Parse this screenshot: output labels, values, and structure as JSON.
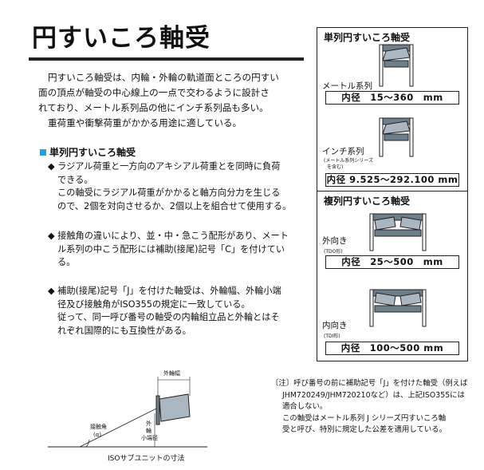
{
  "title": "円すいころ軸受",
  "intro": {
    "line1": "円すいころ軸受は、内輪・外輪の軌道面ところの円すい",
    "line2": "面の頂点が軸受の中心線上の一点で交わるように設計さ",
    "line3": "れており、メートル系列品の他にインチ系列品も多い。",
    "line4": "重荷重や衝撃荷重がかかる用途に適している。"
  },
  "section": {
    "heading": "単列円すいころ軸受"
  },
  "p1": {
    "l1": "◆ ラジアル荷重と一方向のアキシアル荷重とを同時に負荷",
    "l2": "できる。",
    "l3": "この軸受にラジアル荷重がかかると軸方向分力を生じる",
    "l4": "ので、2個を対向させるか、2個以上を組合せて使用する。"
  },
  "p2": {
    "l1": "◆ 接触角の違いにより、並・中・急こう配形があり、メート",
    "l2": "ル系列の中こう配形には補助(接尾)記号「C」を付けてい",
    "l3": "る。"
  },
  "p3": {
    "l1": "◆ 補助(接尾)記号「J」を付けた軸受は、外輪幅、外輪小端",
    "l2": "径及び接触角がISO355の規定に一致している。",
    "l3": "従って、同一呼び番号の軸受の内輪組立品と外輪とはそ",
    "l4": "れぞれ国際的にも互換性がある。"
  },
  "panel1": {
    "heading": "単列円すいころ軸受",
    "metric_label": "メートル系列",
    "metric_spec": "内径　15～360　mm",
    "inch_label": "インチ系列",
    "inch_sub1": "(メートル系列シリーズ",
    "inch_sub2": "を含む)",
    "inch_spec": "内径 9.525～292.100 mm"
  },
  "panel2": {
    "heading": "複列円すいころ軸受",
    "out_label": "外向き",
    "out_sub": "(TDO形)",
    "out_spec": "内径　25～500　mm",
    "in_label": "内向き",
    "in_sub": "(TDI形)",
    "in_spec": "内径　100～500 mm"
  },
  "note": {
    "l1": "〔注〕呼び番号の前に補助記号「J」を付けた軸受（例えば",
    "l2": "JHM720249/JHM720210など）は、上記ISO355には",
    "l3": "適合しない。",
    "l4": "この軸受はメートル系列 J シリーズ円すいころ軸",
    "l5": "受と呼び、特別に規定した公差を適用している。"
  },
  "figure": {
    "caption": "ISOサブユニットの寸法",
    "outer_width_label": "外輪幅",
    "contact_angle_label": "接触角",
    "contact_angle_sub": "(α)",
    "small_end_label1": "外",
    "small_end_label2": "輪",
    "small_end_label3": "小端径"
  }
}
